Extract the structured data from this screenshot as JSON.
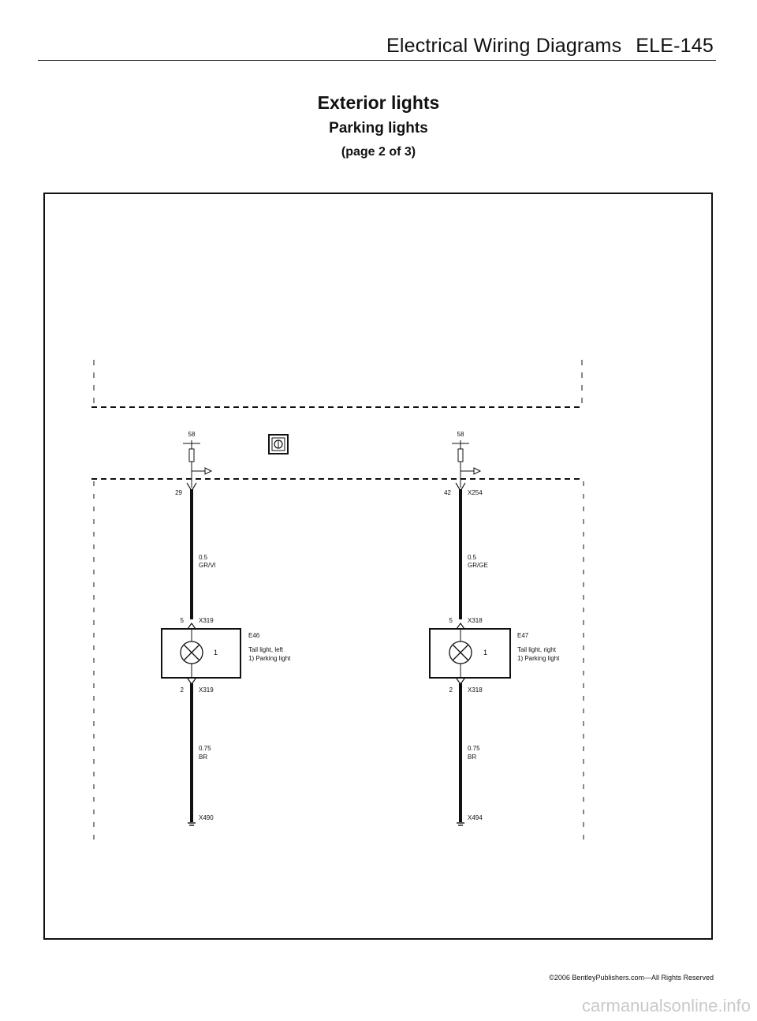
{
  "header": {
    "section": "Electrical Wiring Diagrams",
    "page_code": "ELE-145"
  },
  "title": {
    "main": "Exterior lights",
    "sub": "Parking lights",
    "page": "(page 2 of 3)"
  },
  "left_circuit": {
    "terminal": "58",
    "pin_top": "29",
    "wire1_size": "0.5",
    "wire1_color": "GR/VI",
    "conn_pin_in": "5",
    "conn_in": "X319",
    "component_id": "E46",
    "component_name": "Tail light, left",
    "component_sub": "1) Parking light",
    "bulb_pin": "1",
    "conn_pin_out": "2",
    "conn_out": "X319",
    "wire2_size": "0.75",
    "wire2_color": "BR",
    "ground": "X490"
  },
  "right_circuit": {
    "terminal": "58",
    "pin_top": "42",
    "connector_top": "X254",
    "wire1_size": "0.5",
    "wire1_color": "GR/GE",
    "conn_pin_in": "5",
    "conn_in": "X318",
    "component_id": "E47",
    "component_name": "Tail light, right",
    "component_sub": "1) Parking light",
    "bulb_pin": "1",
    "conn_pin_out": "2",
    "conn_out": "X318",
    "wire2_size": "0.75",
    "wire2_color": "BR",
    "ground": "X494"
  },
  "footer": {
    "copyright": "©2006 BentleyPublishers.com—All Rights Reserved"
  },
  "watermark": "carmanualsonline.info"
}
